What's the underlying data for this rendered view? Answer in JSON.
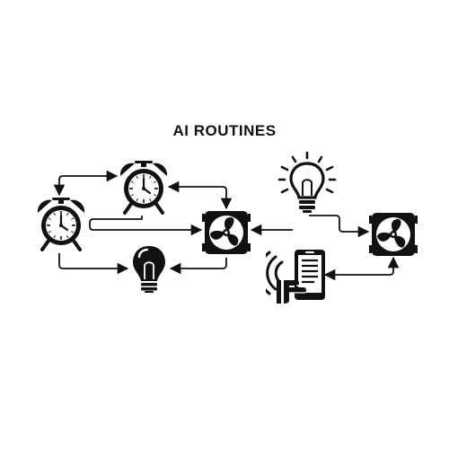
{
  "title": "AI ROUTINES",
  "colors": {
    "ink": "#111111",
    "background": "#ffffff"
  },
  "nodes": [
    {
      "id": "alarm-clock-top",
      "icon": "alarm-clock-icon"
    },
    {
      "id": "alarm-clock-left",
      "icon": "alarm-clock-icon"
    },
    {
      "id": "fan-center",
      "icon": "fan-icon"
    },
    {
      "id": "bulb-bottom",
      "icon": "light-bulb-icon"
    },
    {
      "id": "bulb-lit",
      "icon": "light-bulb-lit-icon"
    },
    {
      "id": "fan-right",
      "icon": "fan-icon"
    },
    {
      "id": "smartphone",
      "icon": "smartphone-hand-icon"
    }
  ],
  "connections": [
    {
      "from": "alarm-clock-left",
      "to": "alarm-clock-top",
      "bidirectional": true
    },
    {
      "from": "fan-center",
      "to": "alarm-clock-top",
      "bidirectional": true
    },
    {
      "from": "alarm-clock-top",
      "to": "fan-center",
      "bidirectional": false
    },
    {
      "from": "alarm-clock-left",
      "to": "bulb-bottom",
      "bidirectional": false
    },
    {
      "from": "fan-center",
      "to": "bulb-bottom",
      "bidirectional": false
    },
    {
      "from": "bulb-lit",
      "to": "fan-center",
      "bidirectional": false
    },
    {
      "from": "bulb-lit",
      "to": "fan-right",
      "bidirectional": false
    },
    {
      "from": "fan-right",
      "to": "smartphone",
      "bidirectional": true
    }
  ]
}
